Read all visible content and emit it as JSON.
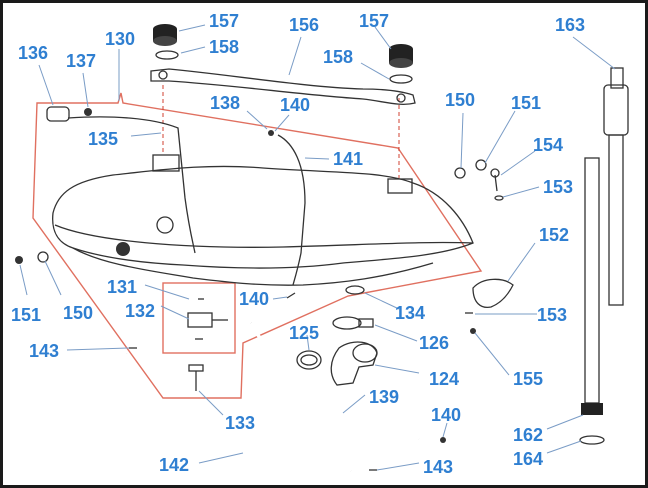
{
  "diagram": {
    "callouts": {
      "n157a": "157",
      "n158a": "158",
      "n156": "156",
      "n157b": "157",
      "n158b": "158",
      "n163": "163",
      "n136": "136",
      "n137": "137",
      "n130": "130",
      "n138": "138",
      "n140a": "140",
      "n150a": "150",
      "n151a": "151",
      "n135": "135",
      "n141": "141",
      "n154": "154",
      "n153a": "153",
      "n152": "152",
      "n151b": "151",
      "n150b": "150",
      "n131": "131",
      "n132": "132",
      "n140b": "140",
      "n134": "134",
      "n153b": "153",
      "n125": "125",
      "n126": "126",
      "n143a": "143",
      "n124": "124",
      "n155": "155",
      "n139": "139",
      "n133": "133",
      "n140c": "140",
      "n162": "162",
      "n142": "142",
      "n143b": "143",
      "n164": "164"
    },
    "colors": {
      "callout_text": "#2f7fd1",
      "leader_line": "#7a9cc6",
      "kit_frame": "#e07060",
      "part_outline": "#333333"
    }
  }
}
